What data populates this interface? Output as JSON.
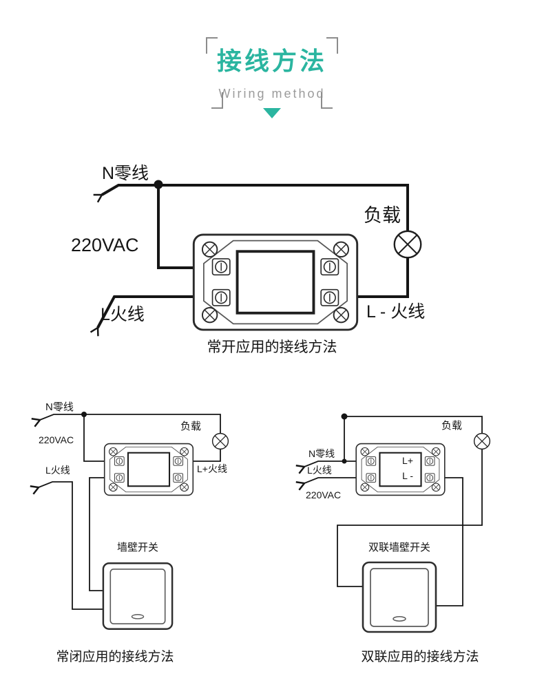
{
  "header": {
    "title": "接线方法",
    "subtitle": "Wiring method"
  },
  "colors": {
    "accent_teal": "#2bb5a0",
    "wire_black": "#151515",
    "subtitle_gray": "#9b9b9b"
  },
  "diagrams": {
    "normally_open": {
      "neutral_label": "N零线",
      "voltage_label": "220VAC",
      "live_label": "L火线",
      "load_label": "负载",
      "live_out_label": "L - 火线",
      "caption": "常开应用的接线方法"
    },
    "normally_closed": {
      "neutral_label": "N零线",
      "voltage_label": "220VAC",
      "live_label": "L火线",
      "load_label": "负载",
      "live_out_label": "L+火线",
      "switch_label": "墙壁开关",
      "caption": "常闭应用的接线方法"
    },
    "dual_switch": {
      "neutral_label": "N零线",
      "live_label": "L火线",
      "voltage_label": "220VAC",
      "load_label": "负载",
      "terminal_plus_label": "L+",
      "terminal_minus_label": "L -",
      "switch_label": "双联墙壁开关",
      "caption": "双联应用的接线方法"
    }
  }
}
